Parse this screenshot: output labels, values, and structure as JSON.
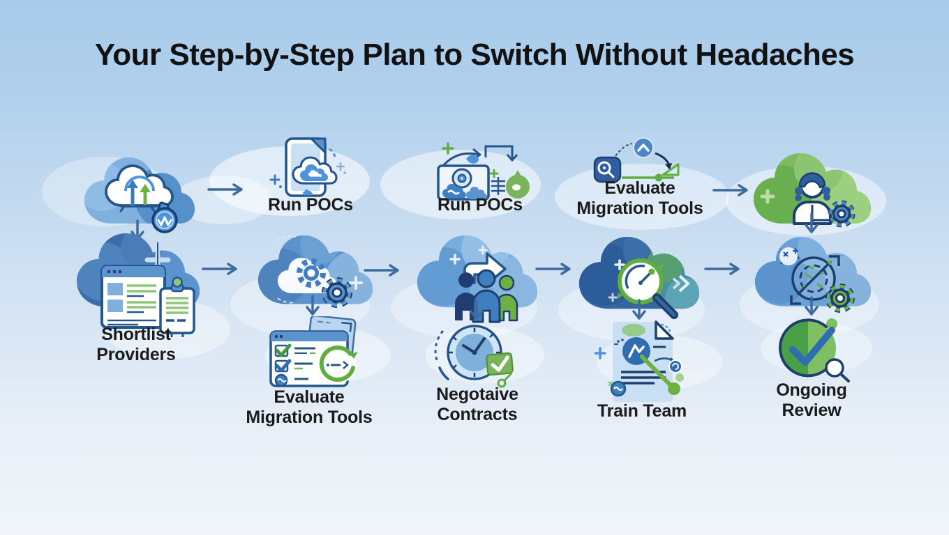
{
  "title": "Your Step-by-Step Plan to Switch Without Headaches",
  "flow": {
    "columns": [
      {
        "top": {
          "icon": "cloud-growth-analytics-icon"
        },
        "middle": {
          "icon": "provider-browser-clipboard-cloud-icon"
        },
        "bottom": {
          "label": "Shortlist\nProviders"
        }
      },
      {
        "top": {
          "icon": "poc-document-cloud-icon",
          "label": "Run POCs"
        },
        "middle": {
          "icon": "cloud-gears-icon"
        },
        "bottom": {
          "icon": "evaluation-checklist-icon",
          "label": "Evaluate\nMigration Tools"
        }
      },
      {
        "top": {
          "icon": "poc-testing-cycle-icon",
          "label": "Run POCs"
        },
        "middle": {
          "icon": "team-migration-cloud-icon"
        },
        "bottom": {
          "icon": "contract-deadline-clock-icon",
          "label": "Negotaive\nContracts"
        }
      },
      {
        "top": {
          "icon": "migration-tools-evaluation-icon",
          "label": "Evaluate\nMigration Tools"
        },
        "middle": {
          "icon": "performance-magnifier-cloud-icon"
        },
        "bottom": {
          "icon": "training-document-icon",
          "label": "Train Team"
        }
      },
      {
        "top": {
          "icon": "green-cloud-person-icon"
        },
        "middle": {
          "icon": "radar-review-cloud-icon"
        },
        "bottom": {
          "icon": "ongoing-check-magnifier-icon",
          "label": "Ongoing\nReview"
        }
      }
    ],
    "arrows": [
      {
        "name": "top-row-1-to-2",
        "direction": "right"
      },
      {
        "name": "top-row-4-to-5",
        "direction": "right"
      },
      {
        "name": "col1-top-to-middle",
        "direction": "down"
      },
      {
        "name": "col5-top-to-middle",
        "direction": "down"
      },
      {
        "name": "row2-1-to-2",
        "direction": "right"
      },
      {
        "name": "row2-2-to-3",
        "direction": "right"
      },
      {
        "name": "row2-3-to-4",
        "direction": "right"
      },
      {
        "name": "row2-4-to-5",
        "direction": "right"
      },
      {
        "name": "col2-middle-to-bottom",
        "direction": "down"
      },
      {
        "name": "col3-middle-to-bottom",
        "direction": "down"
      },
      {
        "name": "col4-middle-to-bottom",
        "direction": "down"
      },
      {
        "name": "col5-middle-to-bottom",
        "direction": "down"
      }
    ]
  },
  "colors": {
    "background_top": "#a6cbea",
    "background_bottom": "#f2f6fa",
    "arrow": "#3d6b9e",
    "title_text": "#121212",
    "label_text": "#1b1b1b",
    "cloud_blue": "#5b93ce",
    "cloud_dark_blue": "#2f5f9e",
    "cloud_light_blue": "#85b3dd",
    "accent_green": "#6fb043",
    "outline_navy": "#24558c"
  }
}
